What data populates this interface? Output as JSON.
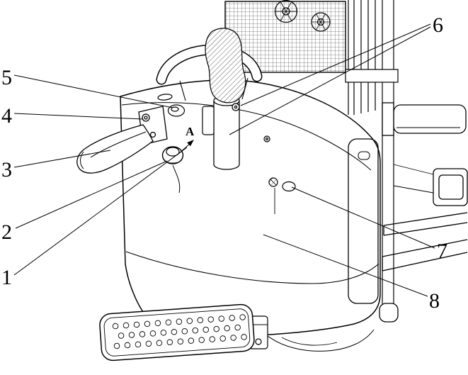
{
  "figure": {
    "callouts": [
      {
        "label": "1"
      },
      {
        "label": "2"
      },
      {
        "label": "3"
      },
      {
        "label": "4"
      },
      {
        "label": "5"
      },
      {
        "label": "6"
      },
      {
        "label": "7"
      },
      {
        "label": "8"
      }
    ],
    "detail_marker": "A"
  },
  "colors": {
    "line": "#000000",
    "background": "#ffffff"
  }
}
